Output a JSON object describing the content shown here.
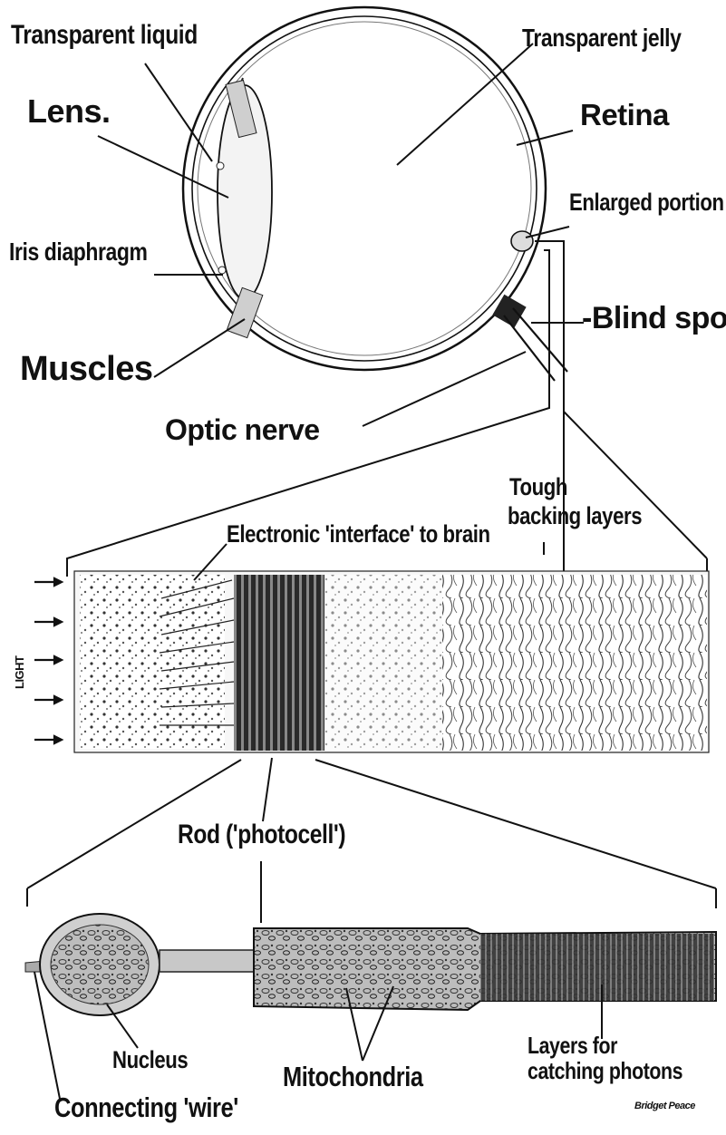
{
  "labels": {
    "transparent_liquid": "Transparent liquid",
    "transparent_jelly": "Transparent jelly",
    "lens": "Lens.",
    "retina": "Retina",
    "enlarged_portion": "Enlarged portion",
    "iris_diaphragm": "Iris diaphragm",
    "blind_spot": "-Blind spot",
    "muscles": "Muscles",
    "optic_nerve": "Optic nerve",
    "tough_backing_1": "Tough",
    "tough_backing_2": "backing layers",
    "electronic_interface": "Electronic 'interface' to brain",
    "light": "LIGHT",
    "rod_photocell": "Rod ('photocell')",
    "nucleus": "Nucleus",
    "mitochondria": "Mitochondria",
    "layers_photons_1": "Layers for",
    "layers_photons_2": "catching photons",
    "connecting_wire": "Connecting 'wire'",
    "credit": "Bridget Peace"
  }
}
